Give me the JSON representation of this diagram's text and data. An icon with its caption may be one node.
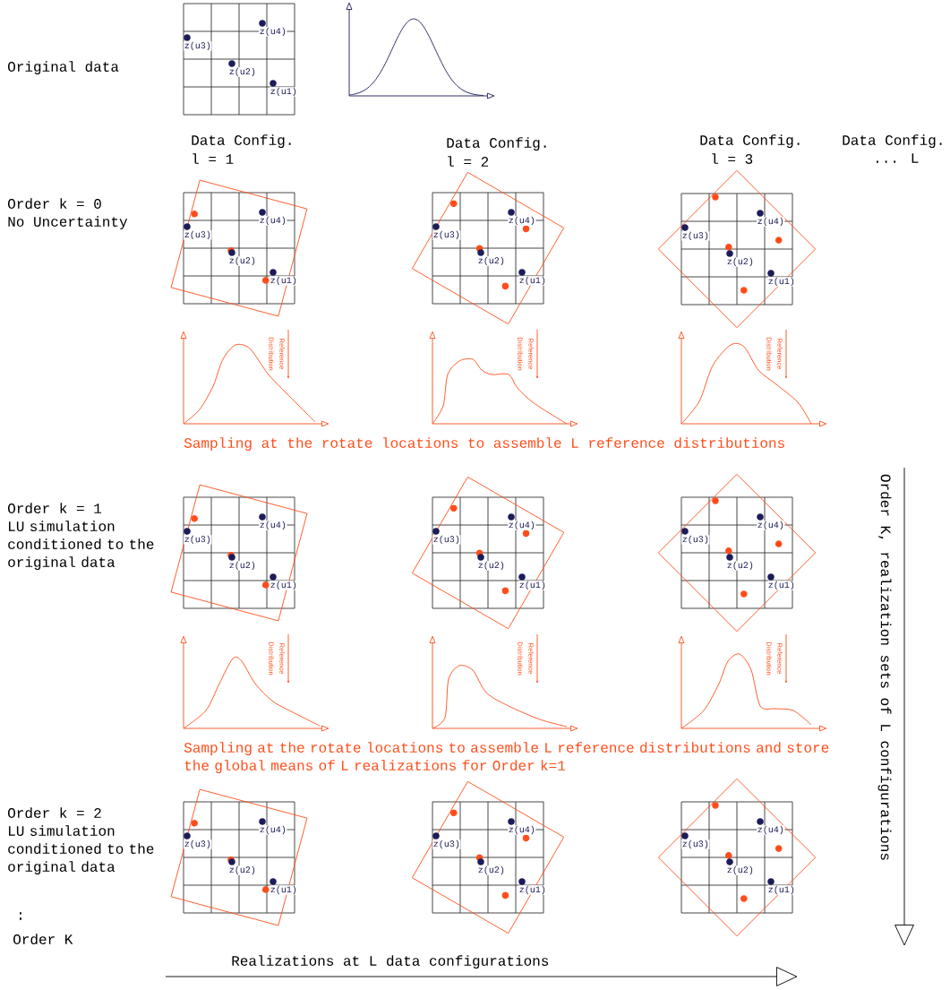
{
  "diagram": {
    "labels": [
      "Original data",
      "z(u4)",
      "z(u3)",
      "z(u2)",
      "z(u1)",
      "Data Config.",
      "l = 1",
      "Data Config.",
      "l = 2",
      "Data Config.",
      "l = 3",
      "Data Config.",
      "... L",
      "Order k = 0",
      "No Uncertainty",
      "z(u4)",
      "z(u3)",
      "z(u2)",
      "z(u1)",
      "z(u4)",
      "z(u3)",
      "z(u2)",
      "z(u1)",
      "z(u4)",
      "z(u3)",
      "z(u2)",
      "z(u1)",
      "Reference Distribution",
      "Reference Distribution",
      "Reference Distribution",
      "Sampling at the rotate locations to assemble L reference distributions",
      "Order k = 1",
      "LU simulation conditioned to the original data",
      "z(u4)",
      "z(u3)",
      "z(u2)",
      "z(u1)",
      "z(u4)",
      "z(u3)",
      "z(u2)",
      "z(u1)",
      "z(u4)",
      "z(u3)",
      "z(u2)",
      "z(u1)",
      "Reference Distribution",
      "Reference Distribution",
      "Reference Distribution",
      "Sampling at the rotate locations to assemble L reference distributions and store the global means of L realizations for Order k=1",
      "Order K, realization sets of L configurations",
      "Order k = 2",
      "LU simulation conditioned to the original data",
      "z(u4)",
      "z(u3)",
      "z(u2)",
      "z(u1)",
      "z(u4)",
      "z(u3)",
      "z(u2)",
      "z(u1)",
      "z(u4)",
      "z(u3)",
      "z(u2)",
      "z(u1)",
      ":",
      "Order K",
      "Realizations at L data configurations"
    ]
  }
}
